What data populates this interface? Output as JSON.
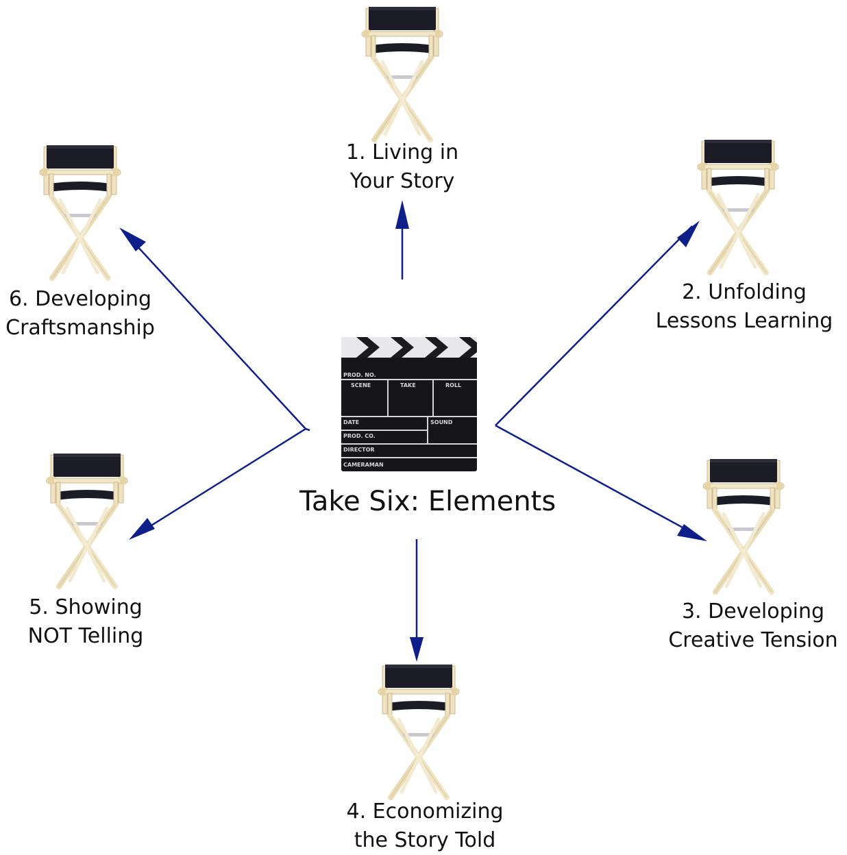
{
  "center": {
    "title": "Take Six: Elements",
    "clapperboard_text": {
      "prod_no": "PROD. NO.",
      "scene": "SCENE",
      "take": "TAKE",
      "roll": "ROLL",
      "date": "DATE",
      "sound": "SOUND",
      "prod_co": "PROD. CO.",
      "director": "DIRECTOR",
      "camera": "CAMERAMAN"
    }
  },
  "elements": [
    {
      "id": "1",
      "line1": "1. Living in",
      "line2": "Your Story"
    },
    {
      "id": "2",
      "line1": "2. Unfolding",
      "line2": "Lessons Learning"
    },
    {
      "id": "3",
      "line1": "3. Developing",
      "line2": "Creative Tension"
    },
    {
      "id": "4",
      "line1": "4. Economizing",
      "line2": "the Story Told"
    },
    {
      "id": "5",
      "line1": "5. Showing",
      "line2": "NOT Telling"
    },
    {
      "id": "6",
      "line1": "6. Developing",
      "line2": "Craftsmanship"
    }
  ],
  "icons": {
    "chair": "directors-chair-icon",
    "clapper": "clapperboard-icon"
  },
  "colors": {
    "arrow": "#0f1f8a",
    "canvas": "#1a1a22",
    "wood": "#f0e4c4"
  }
}
